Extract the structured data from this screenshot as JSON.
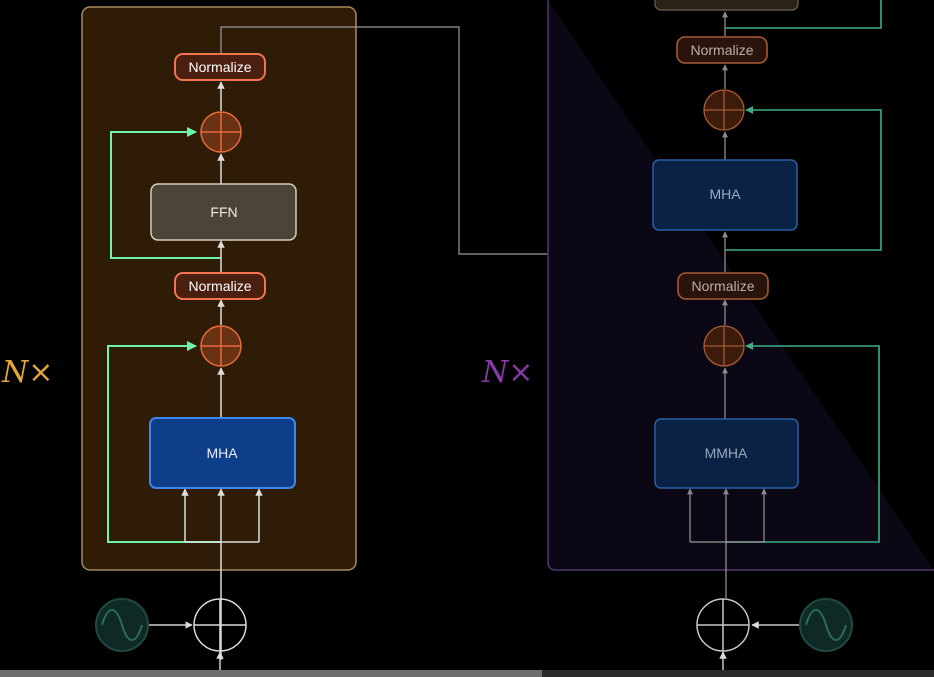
{
  "encoder": {
    "repeat_label": "N×",
    "normalize_top": "Normalize",
    "ffn": "FFN",
    "normalize_bottom": "Normalize",
    "mha": "MHA"
  },
  "decoder": {
    "repeat_label": "N×",
    "normalize_top": "Normalize",
    "cross_attention": "MHA",
    "normalize_bottom": "Normalize",
    "masked_attention": "MMHA"
  },
  "icons": {
    "positional_encoding": "sine-wave-icon",
    "add": "circled-plus-icon"
  },
  "colors": {
    "encoder_panel": "#2e1c06",
    "encoder_border": "#a88a5e",
    "decoder_panel": "#0b0714",
    "decoder_border": "#4c3670",
    "attention_block": "#0e3d8a",
    "attention_border": "#3f86ea",
    "ffn_block": "#4d4438",
    "residual": "#6ef5a8",
    "add_node": "#6a3214",
    "normalize_border": "#f2734e"
  },
  "video_progress": 0.58
}
